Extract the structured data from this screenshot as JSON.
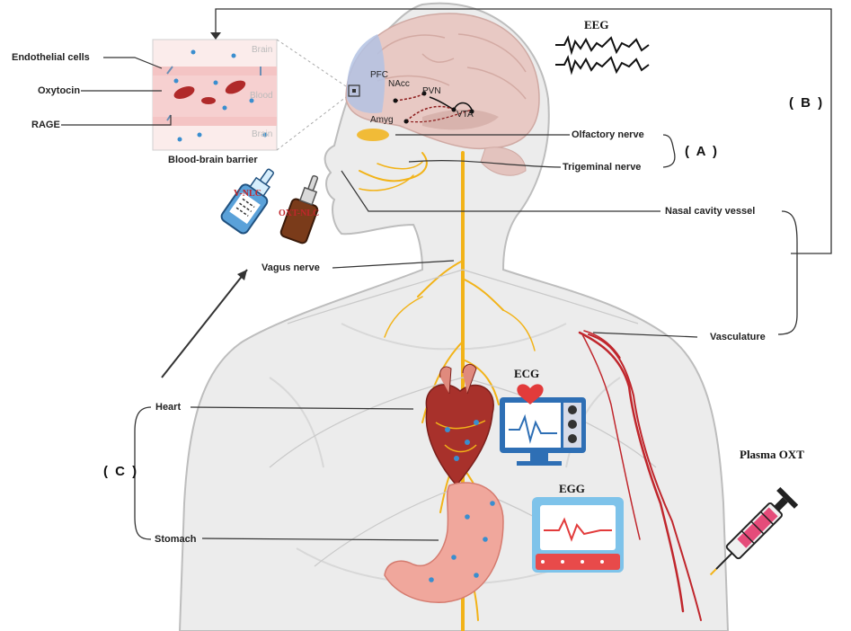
{
  "labels": {
    "endothelial": "Endothelial cells",
    "oxytocin": "Oxytocin",
    "rage": "RAGE",
    "bbb": "Blood-brain barrier",
    "bbb_brain_top": "Brain",
    "bbb_blood": "Blood",
    "bbb_brain_bottom": "Brain",
    "eeg": "EEG",
    "pfc": "PFC",
    "nacc": "NAcc",
    "pvn": "PVN",
    "amyg": "Amyg",
    "vta": "VTA",
    "olfactory": "Olfactory nerve",
    "trigeminal": "Trigeminal nerve",
    "nasal_vessel": "Nasal cavity vessel",
    "vagus": "Vagus nerve",
    "vasculature": "Vasculature",
    "heart": "Heart",
    "stomach": "Stomach",
    "ecg": "ECG",
    "egg": "EGG",
    "plasma": "Plasma OXT",
    "bracket_a": "( A )",
    "bracket_b": "( B )",
    "bracket_c": "( C )",
    "spray_left": "V-NLC",
    "spray_right": "OXT-NLC"
  },
  "colors": {
    "nerve": "#f2b318",
    "vessel": "#c0262c",
    "skin": "#ececec",
    "outline": "#bdbdbd",
    "brain": "#e8c9c4",
    "prefrontal": "#b3c2e3",
    "monitor_blue": "#4c8fd0",
    "heart_red": "#e23b3b"
  }
}
